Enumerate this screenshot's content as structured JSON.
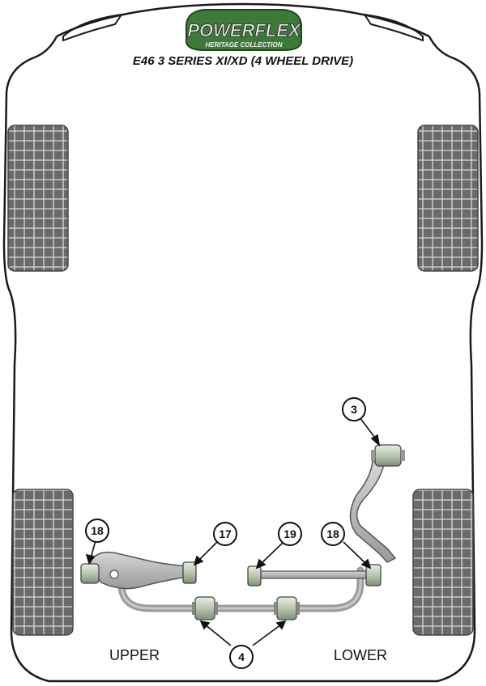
{
  "logo": {
    "brand": "POWERFLEX",
    "tagline": "HERITAGE COLLECTION"
  },
  "title": "E46 3 SERIES XI/XD (4 WHEEL DRIVE)",
  "labels": {
    "upper": "UPPER",
    "lower": "LOWER"
  },
  "callouts": [
    {
      "id": "3",
      "part": "3"
    },
    {
      "id": "18a",
      "part": "18"
    },
    {
      "id": "17",
      "part": "17"
    },
    {
      "id": "19",
      "part": "19"
    },
    {
      "id": "18b",
      "part": "18"
    },
    {
      "id": "4",
      "part": "4"
    }
  ],
  "colors": {
    "body_outline": "#1a1a1a",
    "tyre": "#5e5e5e",
    "arm": "#b7b7b7",
    "bush": "#cfd8c8",
    "logo_green": "#3d7a3a"
  }
}
